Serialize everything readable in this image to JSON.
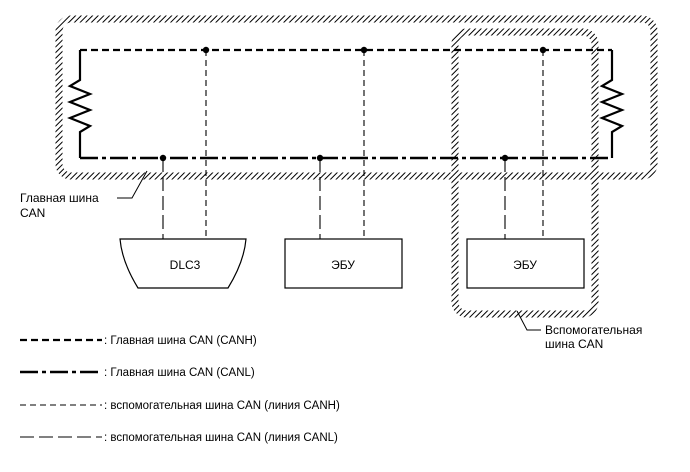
{
  "labels": {
    "main_bus": [
      "Главная шина",
      "CAN"
    ],
    "sub_bus": [
      "Вспомогательная",
      "шина CAN"
    ]
  },
  "nodes": {
    "dlc3": "DLC3",
    "ecu1": "ЭБУ",
    "ecu2": "ЭБУ"
  },
  "legend": [
    {
      "style": "canh-main",
      "text": ": Главная шина CAN (CANH)"
    },
    {
      "style": "canl-main",
      "text": ": Главная шина CAN (CANL)"
    },
    {
      "style": "canh-sub",
      "text": ": вспомогательная шина CAN (линия CANH)"
    },
    {
      "style": "canl-sub",
      "text": ": вспомогательная шина CAN (линия CANL)"
    }
  ],
  "colors": {
    "line": "#000000",
    "background": "#ffffff"
  }
}
